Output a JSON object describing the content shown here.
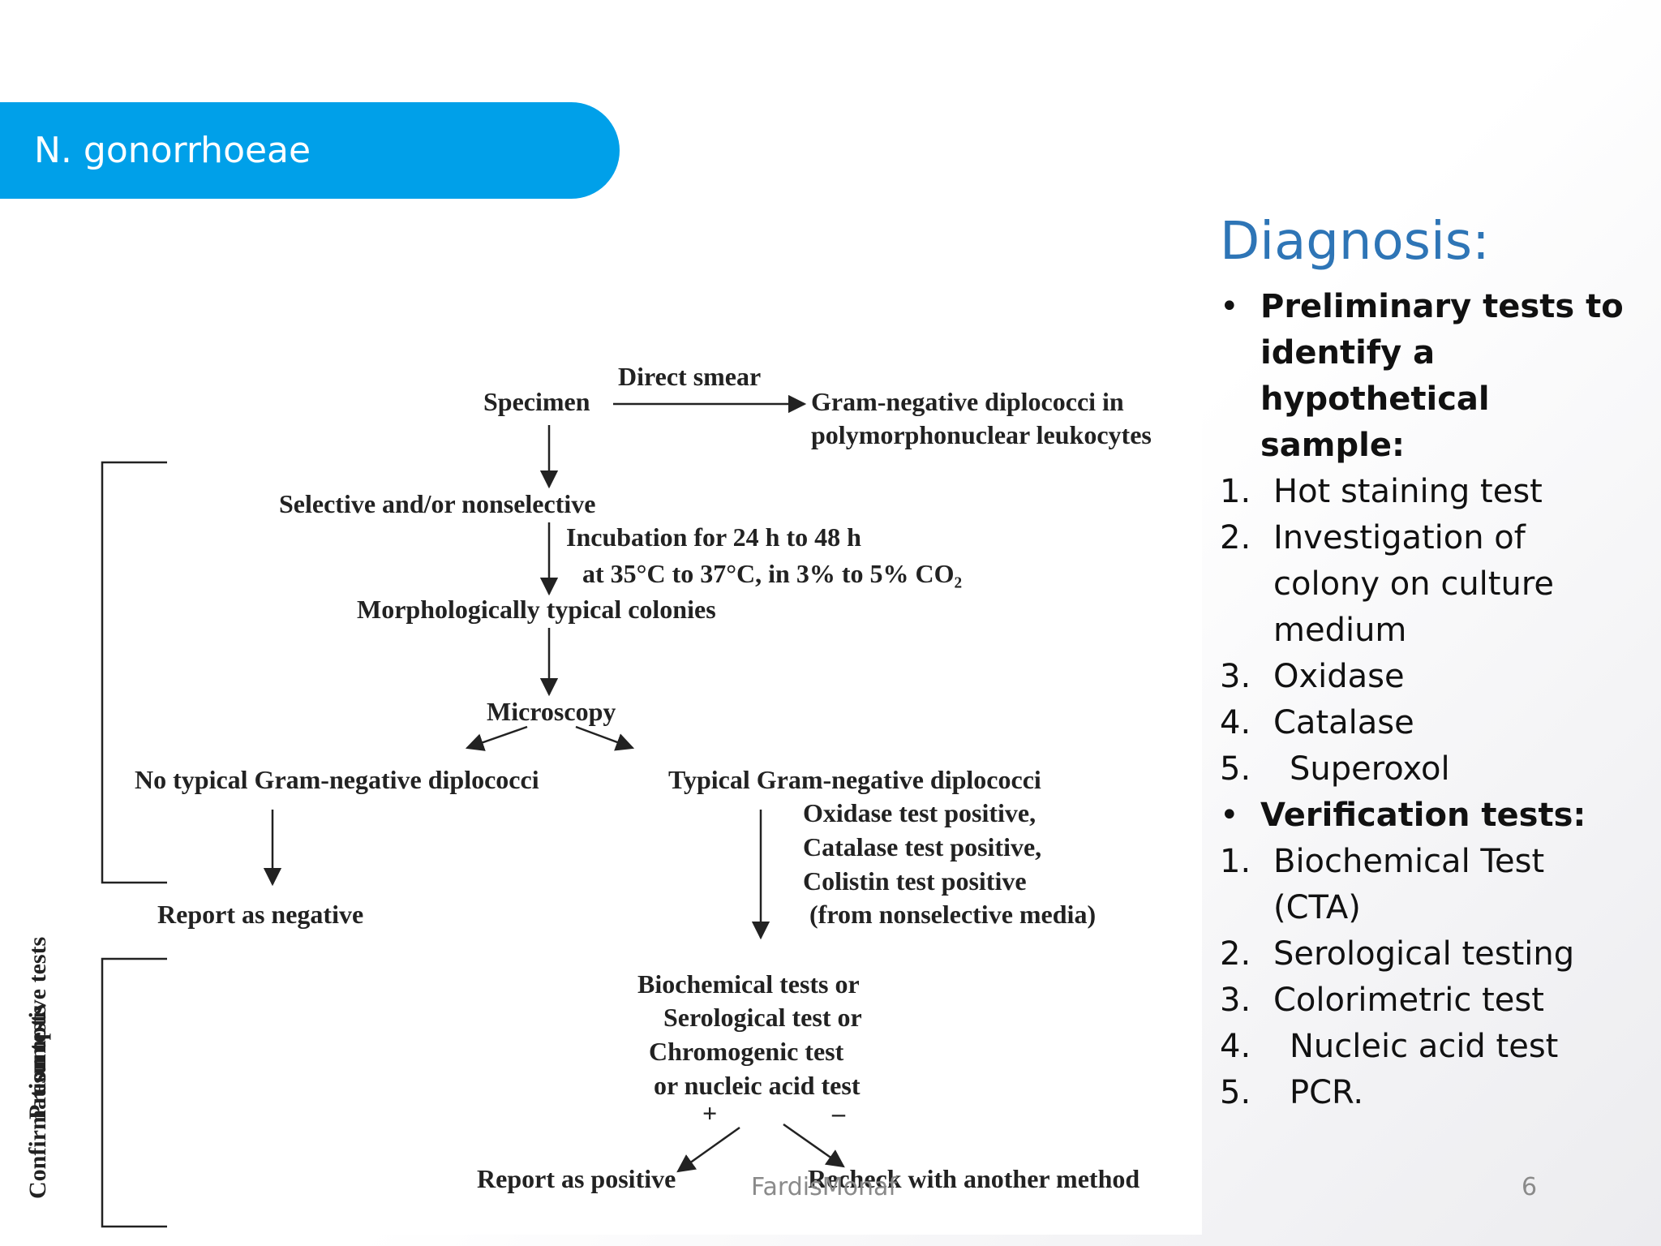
{
  "slide": {
    "title": "N. gonorrhoeae",
    "author": "FardisMonaf",
    "page_number": "6"
  },
  "diagnosis": {
    "heading": "Diagnosis:",
    "items": [
      {
        "kind": "bullet",
        "text": "Preliminary tests to identify a hypothetical sample:"
      },
      {
        "kind": "num",
        "n": "1.",
        "text": "Hot staining test"
      },
      {
        "kind": "num",
        "n": "2.",
        "text": "Investigation of colony on culture medium"
      },
      {
        "kind": "num",
        "n": "3.",
        "text": "Oxidase"
      },
      {
        "kind": "num",
        "n": "4.",
        "text": "Catalase"
      },
      {
        "kind": "num",
        "n": "5.",
        "text": "Superoxol"
      },
      {
        "kind": "bullet",
        "text": "Verification tests:"
      },
      {
        "kind": "num",
        "n": "1.",
        "text": "Biochemical Test (CTA)"
      },
      {
        "kind": "num",
        "n": "2.",
        "text": "Serological testing"
      },
      {
        "kind": "num",
        "n": "3.",
        "text": "Colorimetric test"
      },
      {
        "kind": "num",
        "n": "4.",
        "text": "Nucleic acid test"
      },
      {
        "kind": "num",
        "n": "5.",
        "text": "PCR."
      }
    ]
  },
  "flowchart": {
    "specimen": "Specimen",
    "direct_smear": "Direct smear",
    "gram_neg_1": "Gram-negative diplococci in",
    "gram_neg_2": "polymorphonuclear leukocytes",
    "selective": "Selective and/or nonselective",
    "incubation_1": "Incubation for 24 h to 48 h",
    "incubation_2": "at 35°C to 37°C, in 3% to 5% CO₂",
    "morph": "Morphologically typical colonies",
    "microscopy": "Microscopy",
    "no_typical": "No typical Gram-negative diplococci",
    "typical": "Typical Gram-negative diplococci",
    "oxidase": "Oxidase test positive,",
    "catalase": "Catalase test positive,",
    "colistin": "Colistin test positive",
    "nonselective_media": "(from nonselective media)",
    "report_negative": "Report as negative",
    "biochem": "Biochemical tests or",
    "serological": "Serological test or",
    "chromogenic": "Chromogenic test",
    "nucleic": "or nucleic acid test",
    "plus": "+",
    "minus": "–",
    "report_positive": "Report as positive",
    "recheck": "Recheck with another method",
    "presumptive": "Presumptive tests",
    "confirmation": "Confirmation tests"
  }
}
